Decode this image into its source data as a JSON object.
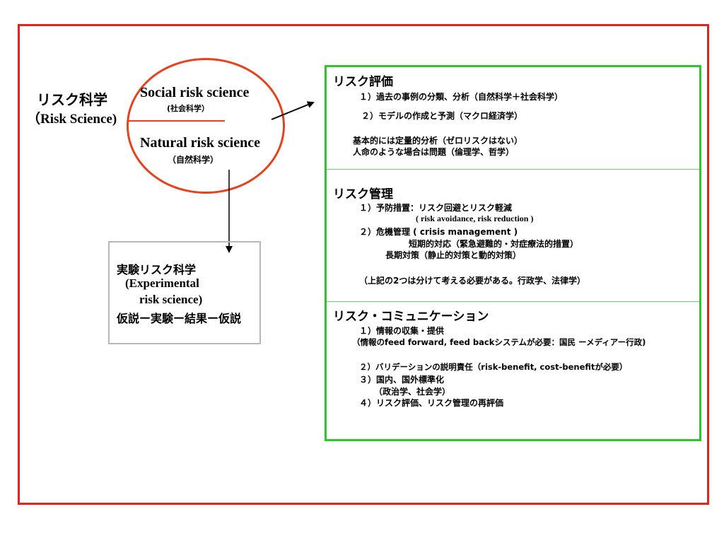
{
  "left": {
    "title_jp": "リスク科学",
    "title_en": "（Risk Science)"
  },
  "ellipse": {
    "social_en": "Social risk science",
    "social_jp": "(社会科学）",
    "natural_en": "Natural risk science",
    "natural_jp": "（自然科学）"
  },
  "experimental": {
    "line1": "実験リスク科学",
    "line2": "(Experimental",
    "line3": "risk science)",
    "line4": "仮説ー実験ー結果ー仮説"
  },
  "evaluation": {
    "title": "リスク評価",
    "item1": "１）過去の事例の分類、分析（自然科学＋社会科学）",
    "item2": "２）モデルの作成と予測（マクロ経済学）",
    "note1": "基本的には定量的分析（ゼロリスクはない）",
    "note2": "人命のような場合は問題（倫理学、哲学）"
  },
  "management": {
    "title": "リスク管理",
    "item1": "１）予防措置：リスク回避とリスク軽減",
    "item1_en": "( risk avoidance, risk reduction )",
    "item2": "２）危機管理 ( crisis management )",
    "item2_short": "短期的対応（緊急避難的・対症療法的措置）",
    "item2_long": "長期対策（静止的対策と動的対策）",
    "note": "（上記の2つは分けて考える必要がある。行政学、法律学）"
  },
  "communication": {
    "title": "リスク・コミュニケーション",
    "item1": "１）情報の収集・提供",
    "item1_detail": "（情報のfeed forward, feed backシステムが必要：国民 ーメディアー行政)",
    "item2": "２）バリデーションの説明責任（risk-benefit, cost-benefitが必要）",
    "item3": "３）国内、国外標準化",
    "item3_detail": "（政治学、社会学）",
    "item4": "４）リスク評価、リスク管理の再評価"
  },
  "colors": {
    "frame": "#e8211b",
    "ellipse": "#e8411b",
    "panel": "#2ec52e",
    "gray_box": "#b8b8b8"
  }
}
